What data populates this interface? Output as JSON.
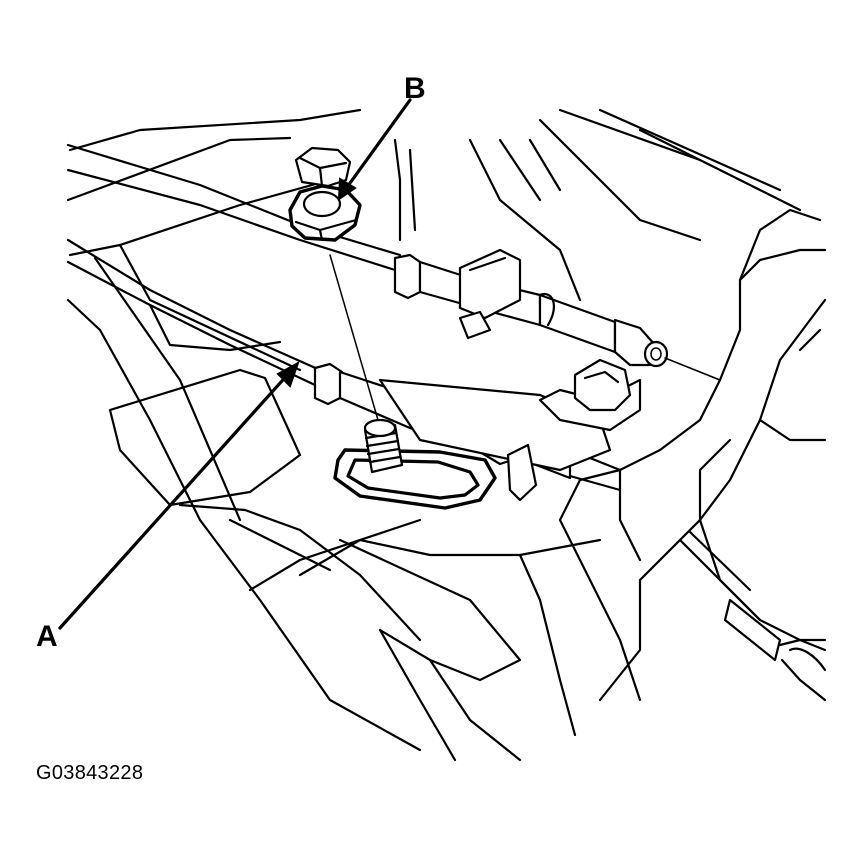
{
  "diagram": {
    "callouts": {
      "a": "A",
      "b": "B"
    },
    "figure_id": "G03843228",
    "colors": {
      "ink": "#000000",
      "background": "#ffffff"
    }
  }
}
